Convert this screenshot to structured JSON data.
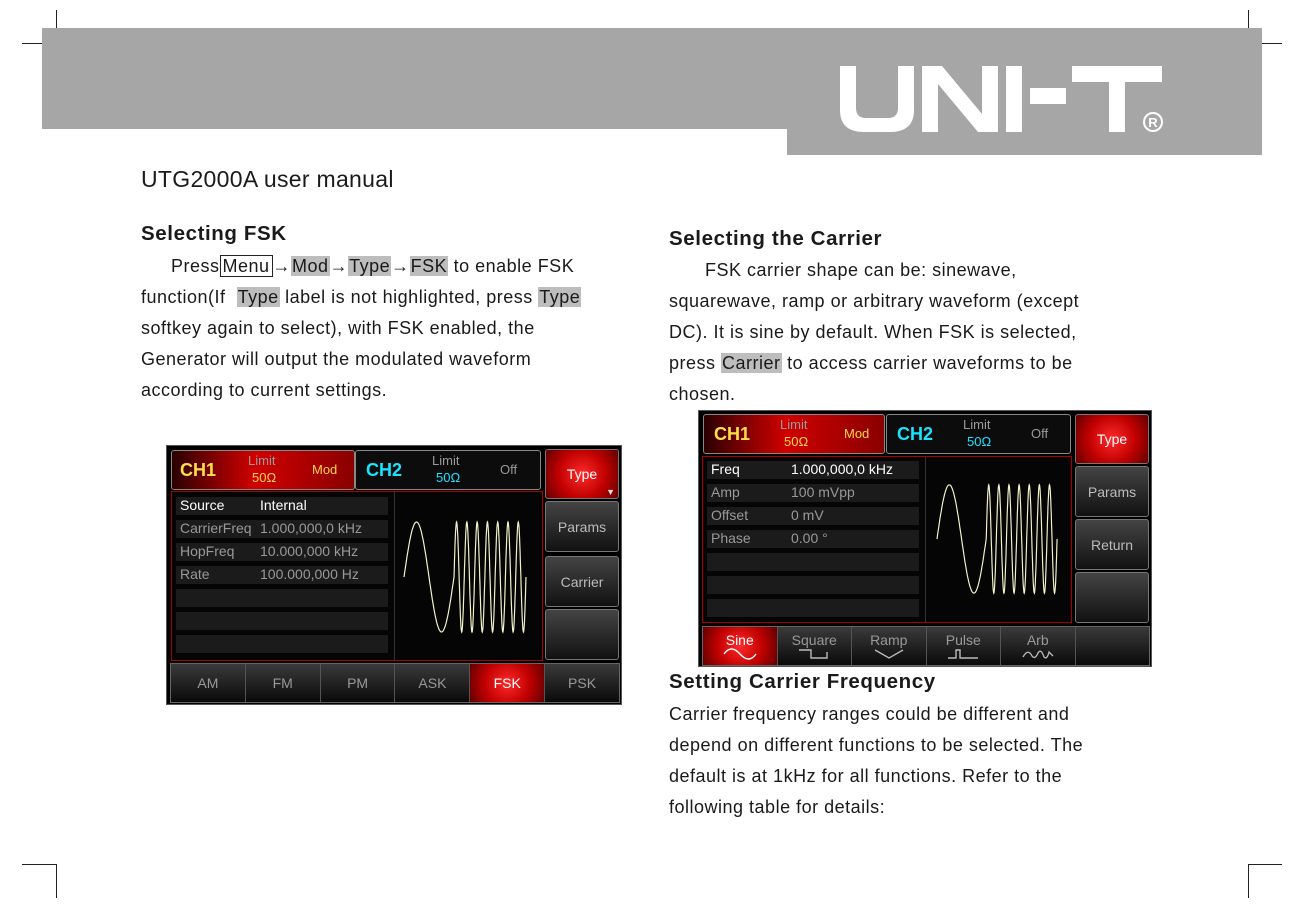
{
  "header": {
    "brand": "UNI-T",
    "registered": "®",
    "manual_title": "UTG2000A user manual"
  },
  "left": {
    "heading": "Selecting FSK",
    "p1_press": "Press",
    "p1_menu": "Menu",
    "p1_arrow": "→",
    "p1_mod": "Mod",
    "p1_type": "Type",
    "p1_fsk": "FSK",
    "p1_tail": "to enable FSK",
    "p2_a": "function(If",
    "p2_type": "Type",
    "p2_b": "label is not highlighted, press",
    "p2_type2": "Type",
    "p3": "softkey again to select), with FSK enabled, the",
    "p4": "Generator will output the modulated waveform",
    "p5": "according to current settings."
  },
  "right": {
    "heading1": "Selecting the Carrier",
    "p1": "FSK carrier shape can be: sinewave,",
    "p2": "squarewave, ramp or arbitrary waveform (except",
    "p3": "DC). It is sine by default. When FSK is selected,",
    "p4_a": "press",
    "p4_carrier": "Carrier",
    "p4_b": "to access carrier waveforms to be",
    "p5": "chosen.",
    "heading2": "Setting Carrier Frequency",
    "q1": "Carrier frequency ranges could be different and",
    "q2": "depend on different functions to be selected. The",
    "q3": "default is at 1kHz for all functions. Refer to the",
    "q4": "following table for details:"
  },
  "screen1": {
    "ch1": "CH1",
    "ch1_limit": "Limit",
    "ch1_ohm": "50Ω",
    "ch1_mode": "Mod",
    "ch2": "CH2",
    "ch2_limit": "Limit",
    "ch2_ohm": "50Ω",
    "ch2_state": "Off",
    "params": [
      {
        "label": "Source",
        "value": "Internal"
      },
      {
        "label": "CarrierFreq",
        "value": "1.000,000,0 kHz"
      },
      {
        "label": "HopFreq",
        "value": "10.000,000 kHz"
      },
      {
        "label": "Rate",
        "value": "100.000,000 Hz"
      }
    ],
    "softkeys": [
      "Type",
      "Params",
      "Carrier",
      ""
    ],
    "type_arrow": "▼",
    "bottom": [
      "AM",
      "FM",
      "PM",
      "ASK",
      "FSK",
      "PSK"
    ],
    "active_bottom": "FSK"
  },
  "screen2": {
    "ch1": "CH1",
    "ch1_limit": "Limit",
    "ch1_ohm": "50Ω",
    "ch1_mode": "Mod",
    "ch2": "CH2",
    "ch2_limit": "Limit",
    "ch2_ohm": "50Ω",
    "ch2_state": "Off",
    "params": [
      {
        "label": "Freq",
        "value": "1.000,000,0 kHz"
      },
      {
        "label": "Amp",
        "value": "100 mVpp"
      },
      {
        "label": "Offset",
        "value": "0 mV"
      },
      {
        "label": "Phase",
        "value": "0.00 °"
      }
    ],
    "softkeys": [
      "Type",
      "Params",
      "Return",
      ""
    ],
    "bottom": [
      "Sine",
      "Square",
      "Ramp",
      "Pulse",
      "Arb",
      ""
    ],
    "active_bottom": "Sine"
  },
  "colors": {
    "banner": "#a6a6a6",
    "highlight": "#bdbdbd",
    "ch1_text": "#ffe14a",
    "ch2_text": "#19e3ff",
    "screen_red": "#d00000"
  },
  "icons": [
    "sine-wave-icon",
    "square-wave-icon",
    "ramp-wave-icon",
    "pulse-wave-icon",
    "arb-wave-icon"
  ]
}
